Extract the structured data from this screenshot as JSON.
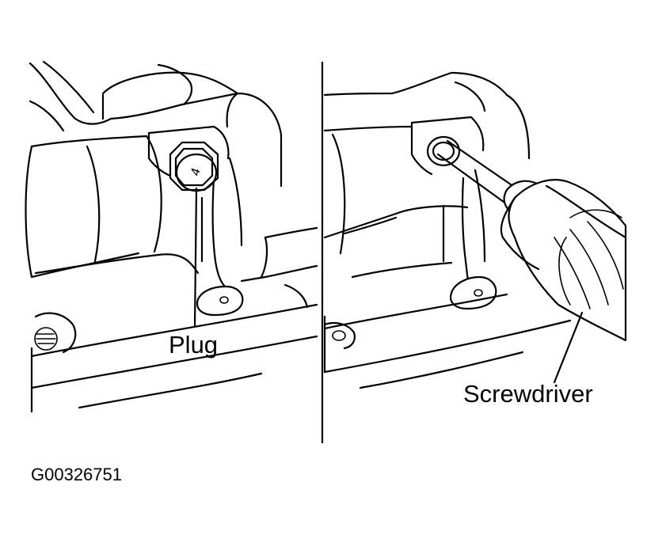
{
  "labels": {
    "plug": "Plug",
    "screwdriver": "Screwdriver"
  },
  "figure_id": "G00326751",
  "icons": {
    "left_panel": "plug-removal-view",
    "right_panel": "screwdriver-insertion-view"
  }
}
